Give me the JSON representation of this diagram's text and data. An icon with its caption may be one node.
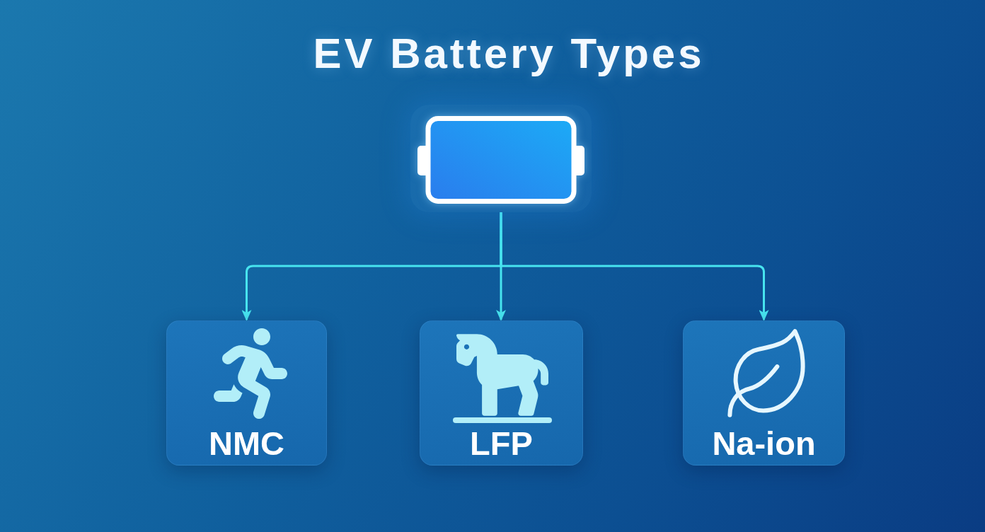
{
  "diagram": {
    "title": "EV Battery Types",
    "nodes": [
      {
        "text": [],
        "shape": "picture"
      },
      {
        "text": [
          "NMC"
        ]
      },
      {
        "text": [
          "LFP"
        ]
      },
      {
        "text": [
          "Na-ion"
        ]
      }
    ],
    "edges": [
      {
        "from": 0,
        "to": 1,
        "arrow": "to"
      },
      {
        "from": 0,
        "to": 2,
        "arrow": "to"
      },
      {
        "from": 0,
        "to": 3,
        "arrow": "to"
      }
    ]
  }
}
